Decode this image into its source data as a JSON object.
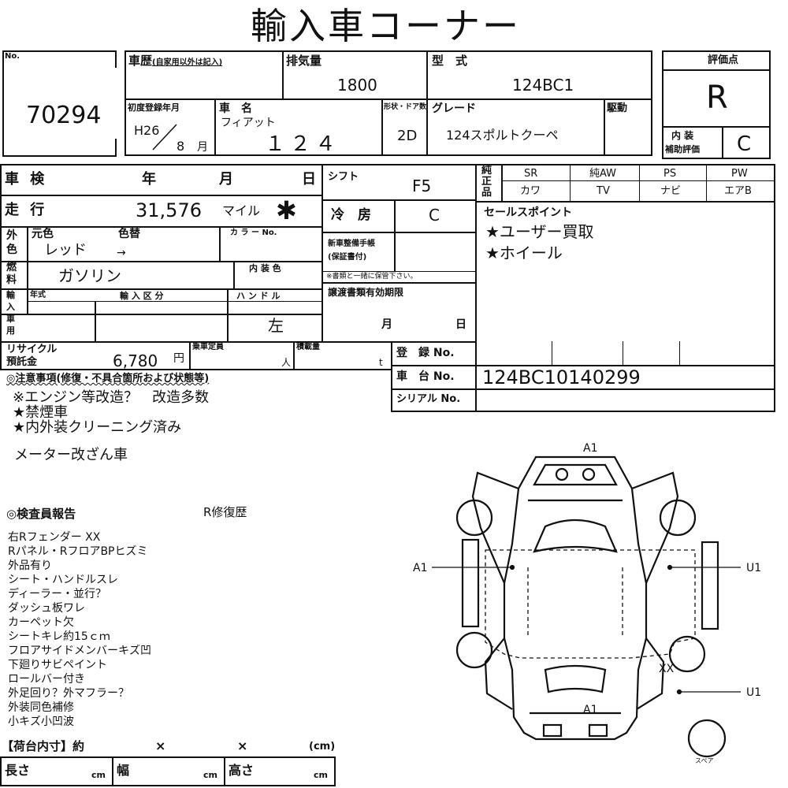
{
  "title": "輸入車コーナー",
  "no": {
    "label": "No.",
    "value": "70294"
  },
  "history": {
    "label": "車歴",
    "sub": "(自家用以外は記入)"
  },
  "displacement": {
    "label": "排気量",
    "value": "1800"
  },
  "model": {
    "label": "型　式",
    "value": "124BC1"
  },
  "score": {
    "label": "評価点",
    "value": "R",
    "interior_label_1": "内 装",
    "interior_label_2": "補助評価",
    "interior_value": "C"
  },
  "first_reg": {
    "label": "初度登録年月",
    "year": "H26",
    "month": "8",
    "month_unit": "月"
  },
  "car_name": {
    "label": "車　名",
    "maker": "フィアット",
    "value": "１２４"
  },
  "body": {
    "label": "形状・ドア数",
    "value": "2D"
  },
  "grade": {
    "label": "グレード",
    "value": "124スポルトクーペ"
  },
  "drive": {
    "label": "駆動"
  },
  "inspection": {
    "label": "車 検",
    "year": "年",
    "month": "月",
    "day": "日"
  },
  "shift": {
    "label": "シフト",
    "value": "F5"
  },
  "mileage": {
    "label": "走 行",
    "value": "31,576",
    "unit": "マイル",
    "mark": "✱"
  },
  "ac": {
    "label": "冷　房",
    "value": "C"
  },
  "equipment": {
    "label": [
      "純",
      "正",
      "品"
    ],
    "top": [
      "SR",
      "純AW",
      "PS",
      "PW"
    ],
    "bottom": [
      "カワ",
      "TV",
      "ナビ",
      "エアB"
    ]
  },
  "color": {
    "side_1": "外",
    "side_2": "色",
    "orig_label": "元色",
    "change_label": "色替",
    "code_label": "カ ラ ー No.",
    "orig_value": "レッド",
    "arrow": "→"
  },
  "sales": {
    "label": "セールスポイント",
    "points": [
      "★ユーザー買取",
      "★ホイール"
    ]
  },
  "fuel": {
    "side_1": "燃",
    "side_2": "料",
    "value": "ガソリン",
    "interior_color_label": "内 装 色"
  },
  "warranty": {
    "line1": "新車整備手帳",
    "line2": "(保証書付)",
    "note": "※書類と一緒に保管下さい。"
  },
  "import": {
    "side": [
      "輸",
      "入",
      "車",
      "用"
    ],
    "year_label": "年式",
    "class_label": "輸 入 区 分",
    "handle_label": "ハ ン ド ル",
    "handle_value": "左"
  },
  "transfer": {
    "label": "譲渡書類有効期限",
    "month": "月",
    "day": "日"
  },
  "recycle": {
    "label_1": "リサイクル",
    "label_2": "預託金",
    "value": "6,780",
    "unit": "円"
  },
  "capacity": {
    "label": "乗車定員",
    "unit": "人"
  },
  "load": {
    "label": "積載量",
    "unit": "t"
  },
  "registration": {
    "label": "登　録 No.",
    "chassis_label": "車　台 No.",
    "chassis_value": "124BC10140299",
    "serial_label": "シリアル No."
  },
  "notes": {
    "heading": "◎注意事項(修復・不具合箇所および状態等)",
    "lines": [
      "※エンジン等改造？　改造多数",
      "★禁煙車",
      "★内外装クリーニング済み"
    ],
    "extra": "メーター改ざん車"
  },
  "report": {
    "heading": "◎検査員報告",
    "repair": "R修復歴",
    "lines": [
      "右Rフェンダー XX",
      "Rパネル・RフロアBPヒズミ",
      "外品有り",
      "シート・ハンドルスレ",
      "ディーラー・並行？",
      "ダッシュ板ワレ",
      "カーペット欠",
      "シートキレ約15ｃｍ",
      "フロアサイドメンバーキズ凹",
      "下廻りサビペイント",
      "ロールバー付き",
      "外足回り？外マフラー？",
      "外装同色補修",
      "小キズ小凹波"
    ]
  },
  "cargo": {
    "label": "【荷台内寸】約",
    "x1": "×",
    "x2": "×",
    "unit": "(cm)",
    "length": "長さ",
    "width": "幅",
    "height": "高さ",
    "cm": "cm"
  },
  "diagram": {
    "a1_top": "A1",
    "a1_left": "A1",
    "u1_right": "U1",
    "xx": "XX",
    "u1_lower": "U1",
    "a1_bottom": "A1",
    "spare": "スペア"
  }
}
